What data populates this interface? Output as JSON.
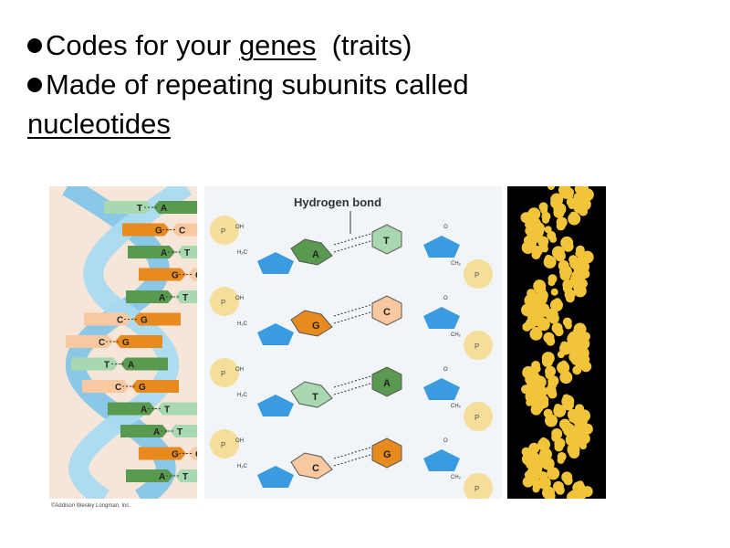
{
  "bullets": {
    "line1_prefix": "Codes for your ",
    "line1_link": "genes",
    "line1_suffix": "  (traits)",
    "line2": "Made of repeating subunits called",
    "line3": "nucleotides"
  },
  "left_figure": {
    "pairs": [
      {
        "left": "T",
        "right": "A"
      },
      {
        "left": "G",
        "right": "C"
      },
      {
        "left": "A",
        "right": "T"
      },
      {
        "left": "G",
        "right": "C"
      },
      {
        "left": "A",
        "right": "T"
      },
      {
        "left": "C",
        "right": "G"
      },
      {
        "left": "C",
        "right": "G"
      },
      {
        "left": "T",
        "right": "A"
      },
      {
        "left": "C",
        "right": "G"
      },
      {
        "left": "A",
        "right": "T"
      },
      {
        "left": "A",
        "right": "T"
      },
      {
        "left": "G",
        "right": "C"
      },
      {
        "left": "A",
        "right": "T"
      }
    ],
    "credit": "©Addison Wesley Longman, Inc."
  },
  "middle_figure": {
    "title": "Hydrogen bond",
    "rows": [
      {
        "left": "A",
        "right": "T"
      },
      {
        "left": "G",
        "right": "C"
      },
      {
        "left": "T",
        "right": "A"
      },
      {
        "left": "C",
        "right": "G"
      }
    ],
    "labels": {
      "oh": "OH",
      "ch2": "CH₂",
      "h2c": "H₂C",
      "o": "O",
      "p": "P"
    }
  },
  "colors": {
    "A": "#5a9a50",
    "T": "#a8d8b0",
    "G": "#e88a1e",
    "C": "#f8c8a0",
    "sugar": "#3a9be0",
    "phosphate": "#f5dd9a",
    "helix": "#7fc4e8"
  }
}
